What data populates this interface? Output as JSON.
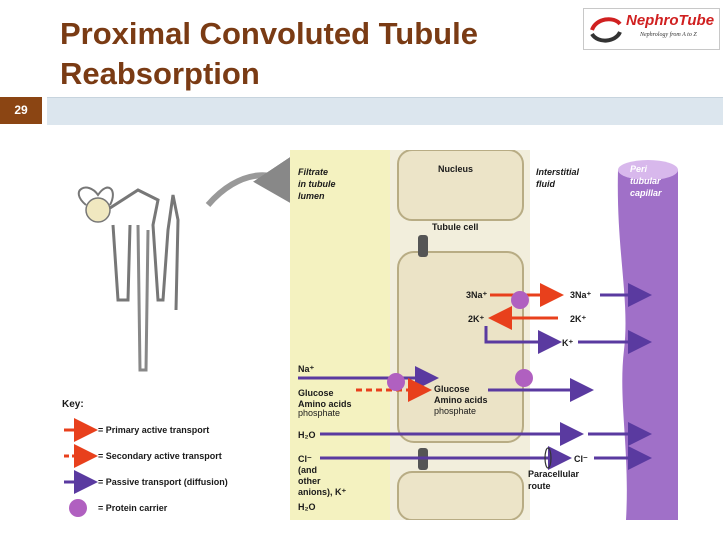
{
  "slide": {
    "title_line1": "Proximal Convoluted Tubule",
    "title_line2": "Reabsorption",
    "number": "29"
  },
  "logo": {
    "name": "NephroTube",
    "tagline": "Nephrology from A to Z"
  },
  "diagram": {
    "region_labels": {
      "filtrate_line1": "Filtrate",
      "filtrate_line2": "in tubule",
      "filtrate_line3": "lumen",
      "nucleus": "Nucleus",
      "interstitial_line1": "Interstitial",
      "interstitial_line2": "fluid",
      "capillary_line1": "Peri",
      "capillary_line2": "tubular",
      "capillary_line3": "capillar",
      "tubule_cell": "Tubule cell",
      "paracellular_line1": "Paracellular",
      "paracellular_line2": "route"
    },
    "pump": {
      "na_in": "3Na⁺",
      "na_out": "3Na⁺",
      "k_in": "2K⁺",
      "k_out": "2K⁺",
      "k_leak": "K⁺"
    },
    "solutes": {
      "na": "Na⁺",
      "glucose": "Glucose",
      "amino_acids": "Amino acids",
      "phosphate": "phosphate",
      "glucose_right": "Glucose",
      "amino_acids_right": "Amino acids",
      "phosphate_right": "phosphate",
      "water": "H₂O",
      "chloride": "Cl⁻",
      "chloride_right": "Cl⁻",
      "and": "(and",
      "other": "other",
      "anions": "anions), K⁺",
      "water2": "H₂O"
    },
    "key": {
      "title": "Key:",
      "primary": "= Primary active transport",
      "secondary": "= Secondary active transport",
      "passive": "= Passive transport (diffusion)",
      "carrier": "= Protein carrier"
    },
    "colors": {
      "primary_active": "#e8401c",
      "secondary_active": "#e8401c",
      "passive": "#5a3aa0",
      "carrier": "#b060c0",
      "capillary": "#a070c8",
      "filtrate": "#f4f2c0"
    }
  }
}
